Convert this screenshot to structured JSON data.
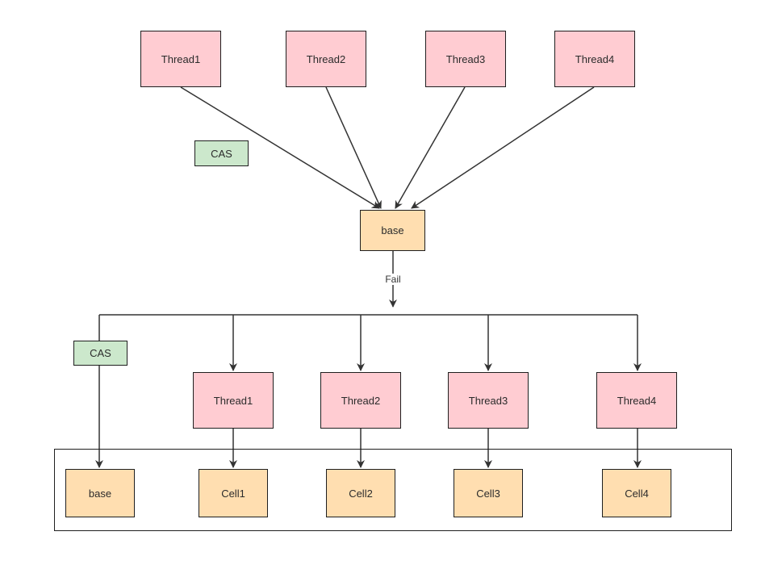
{
  "colors": {
    "thread_fill": "#ffccd2",
    "store_fill": "#ffdeb0",
    "cas_fill": "#cce8cc",
    "stroke": "#1f1f1f",
    "arrow": "#333333"
  },
  "top": {
    "threads": [
      "Thread1",
      "Thread2",
      "Thread3",
      "Thread4"
    ],
    "cas_label": "CAS",
    "base_label": "base"
  },
  "fail_label": "Fail",
  "bottom": {
    "cas_label": "CAS",
    "threads": [
      "Thread1",
      "Thread2",
      "Thread3",
      "Thread4"
    ],
    "base_label": "base",
    "cells": [
      "Cell1",
      "Cell2",
      "Cell3",
      "Cell4"
    ]
  }
}
